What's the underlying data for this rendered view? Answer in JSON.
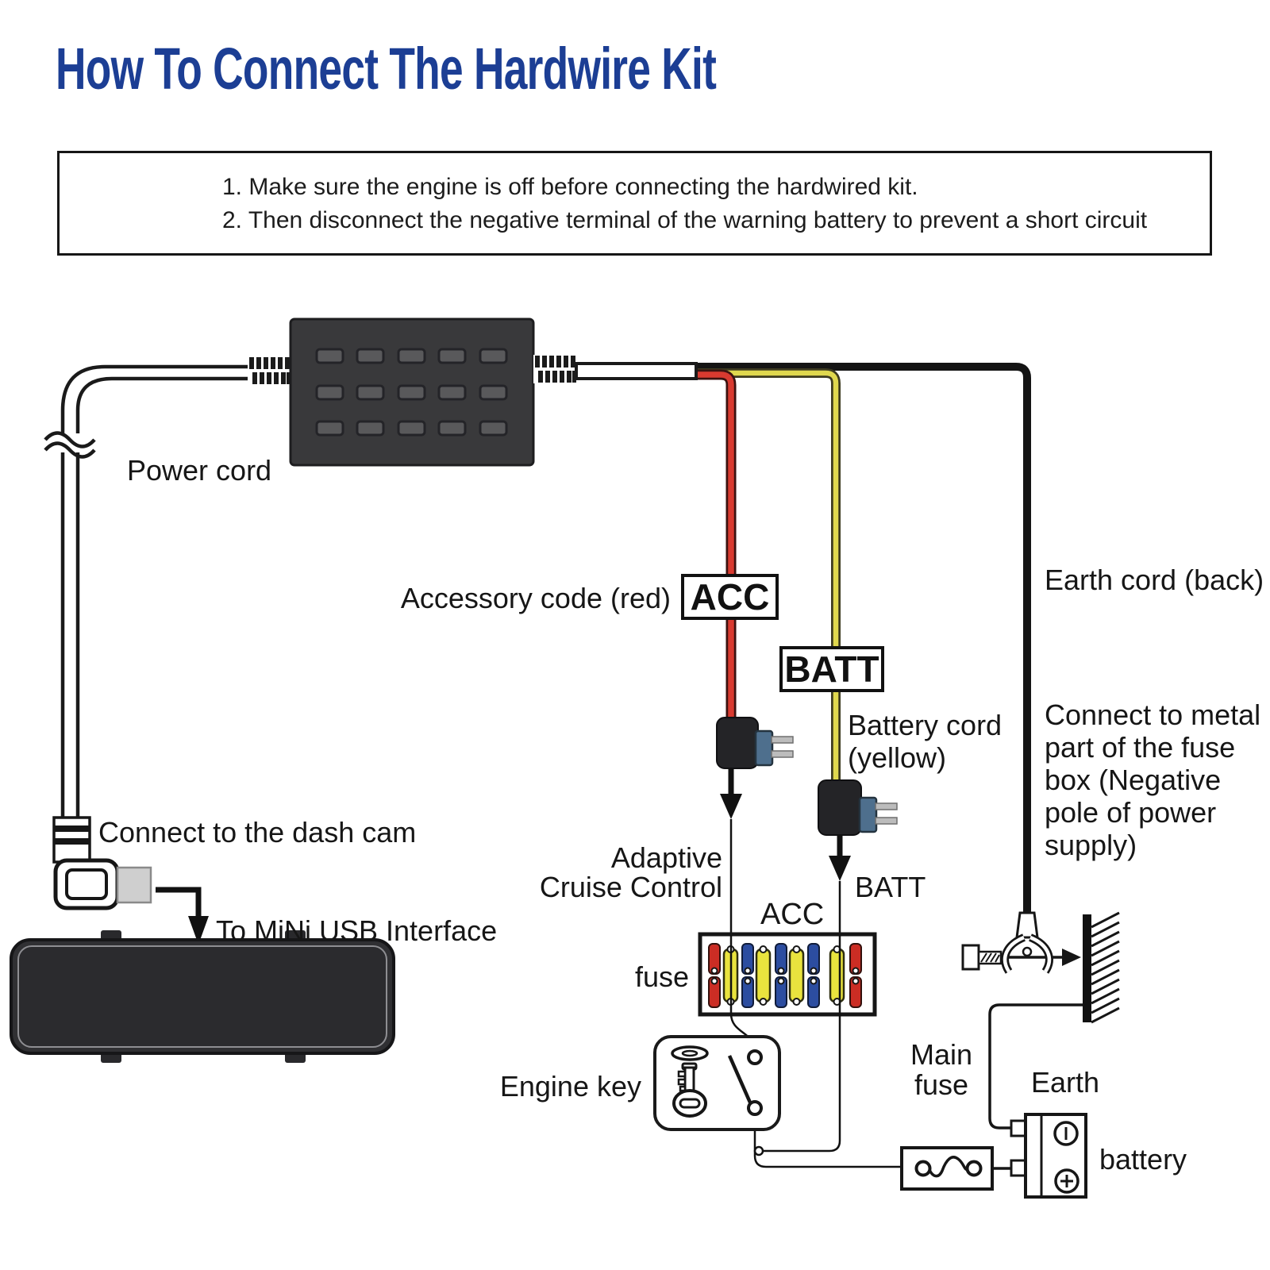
{
  "title": {
    "text": "How To Connect The Hardwire Kit",
    "color": "#1c3e94"
  },
  "warning": {
    "items": [
      "1. Make sure the engine is off before connecting the hardwired kit.",
      "2. Then disconnect the negative terminal of the warning battery to prevent a short circuit"
    ]
  },
  "diagram": {
    "labels": {
      "power_cord": "Power cord",
      "accessory_code": "Accessory code (red)",
      "acc_tag": "ACC",
      "batt_tag": "BATT",
      "battery_cord_line1": "Battery cord",
      "battery_cord_line2": "(yellow)",
      "earth_cord": "Earth cord (back)",
      "connect_metal_lines": [
        "Connect to metal",
        "part of the fuse",
        "box (Negative",
        "pole of power",
        "supply)"
      ],
      "connect_dash_cam": "Connect to the dash cam",
      "mini_usb": "To MiNi USB Interface",
      "adaptive_line1": "Adaptive",
      "adaptive_line2": "Cruise Control",
      "fusebox_acc": "ACC",
      "batt_arrow": "BATT",
      "fuse": "fuse",
      "engine_key": "Engine key",
      "main_fuse_line1": "Main",
      "main_fuse_line2": "fuse",
      "earth": "Earth",
      "battery": "battery"
    },
    "wire_colors": {
      "acc_red": "#d93a30",
      "batt_yellow": "#e0d84e",
      "earth_black": "#141414"
    }
  }
}
